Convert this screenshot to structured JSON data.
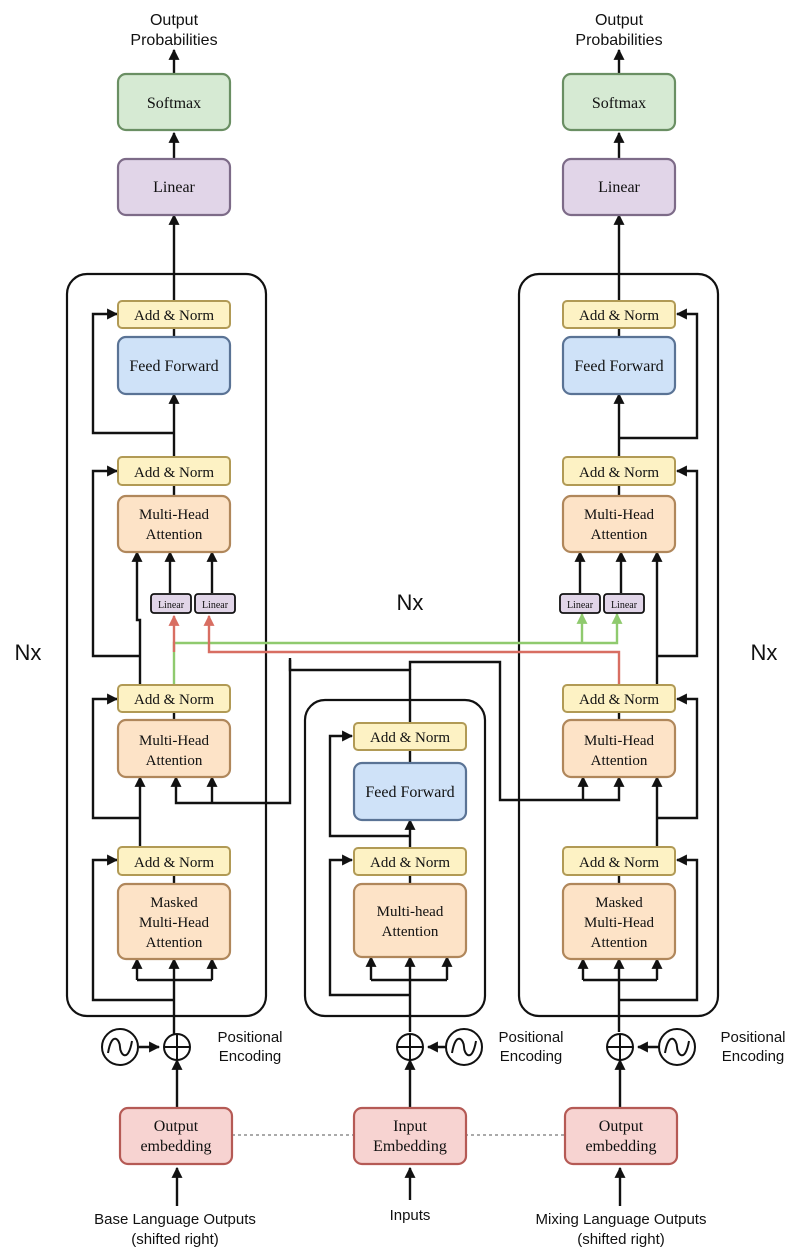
{
  "labels": {
    "output_probabilities_1": "Output",
    "output_probabilities_2": "Probabilities",
    "softmax": "Softmax",
    "linear": "Linear",
    "add_norm": "Add & Norm",
    "feed_forward": "Feed Forward",
    "multi_head_1": "Multi-Head",
    "attention": "Attention",
    "masked": "Masked",
    "multi_head_lower": "Multi-head",
    "linear_small": "Linear",
    "nx": "Nx",
    "positional_1": "Positional",
    "positional_2": "Encoding",
    "output_embedding_1": "Output",
    "output_embedding_2": "embedding",
    "input_embedding_1": "Input",
    "input_embedding_2": "Embedding",
    "base_outputs_1": "Base Language Outputs",
    "base_outputs_2": "(shifted right)",
    "inputs": "Inputs",
    "mixing_outputs_1": "Mixing Language Outputs",
    "mixing_outputs_2": "(shifted right)"
  },
  "colors": {
    "softmax_fill": "#d6ead3",
    "softmax_stroke": "#6a8f63",
    "linear_fill": "#e1d5e8",
    "linear_stroke": "#7d6b88",
    "addnorm_fill": "#fdf2c4",
    "addnorm_stroke": "#b19a55",
    "ff_fill": "#cfe2f8",
    "ff_stroke": "#5a7395",
    "attn_fill": "#fde3c7",
    "attn_stroke": "#b0875b",
    "embed_fill": "#f7d3d1",
    "embed_stroke": "#b55a55",
    "green_line": "#8fca6e",
    "red_line": "#d86e62"
  }
}
